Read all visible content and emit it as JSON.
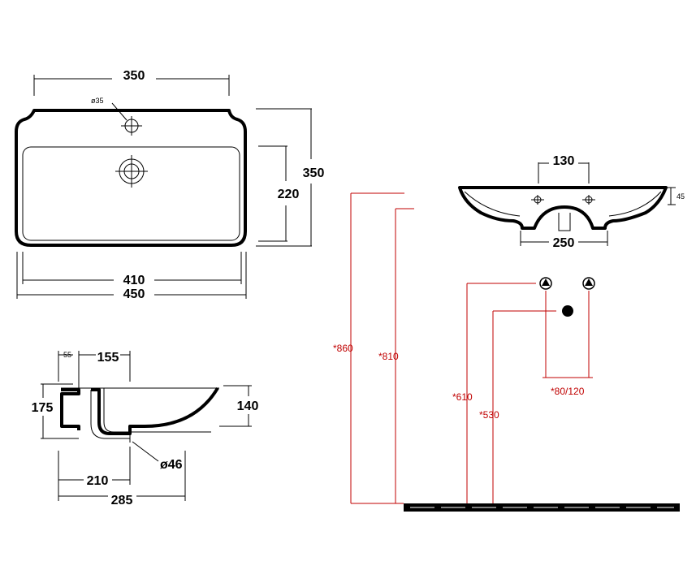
{
  "colors": {
    "line": "#000000",
    "installation": "#c00000",
    "background": "#ffffff"
  },
  "top_view": {
    "width_top": "350",
    "height_outer": "350",
    "height_bowl": "220",
    "width_inner": "410",
    "width_outer": "450",
    "tap_hole": "ø35"
  },
  "side_section": {
    "dim_55": "55",
    "dim_155": "155",
    "dim_175": "175",
    "dim_140": "140",
    "dim_210": "210",
    "dim_285": "285",
    "drain": "ø46"
  },
  "front_view": {
    "dim_130": "130",
    "dim_250": "250",
    "dim_45": "45"
  },
  "installation": {
    "h_860": "*860",
    "h_810": "*810",
    "h_610": "*610",
    "h_530": "*530",
    "spacing": "*80/120"
  }
}
